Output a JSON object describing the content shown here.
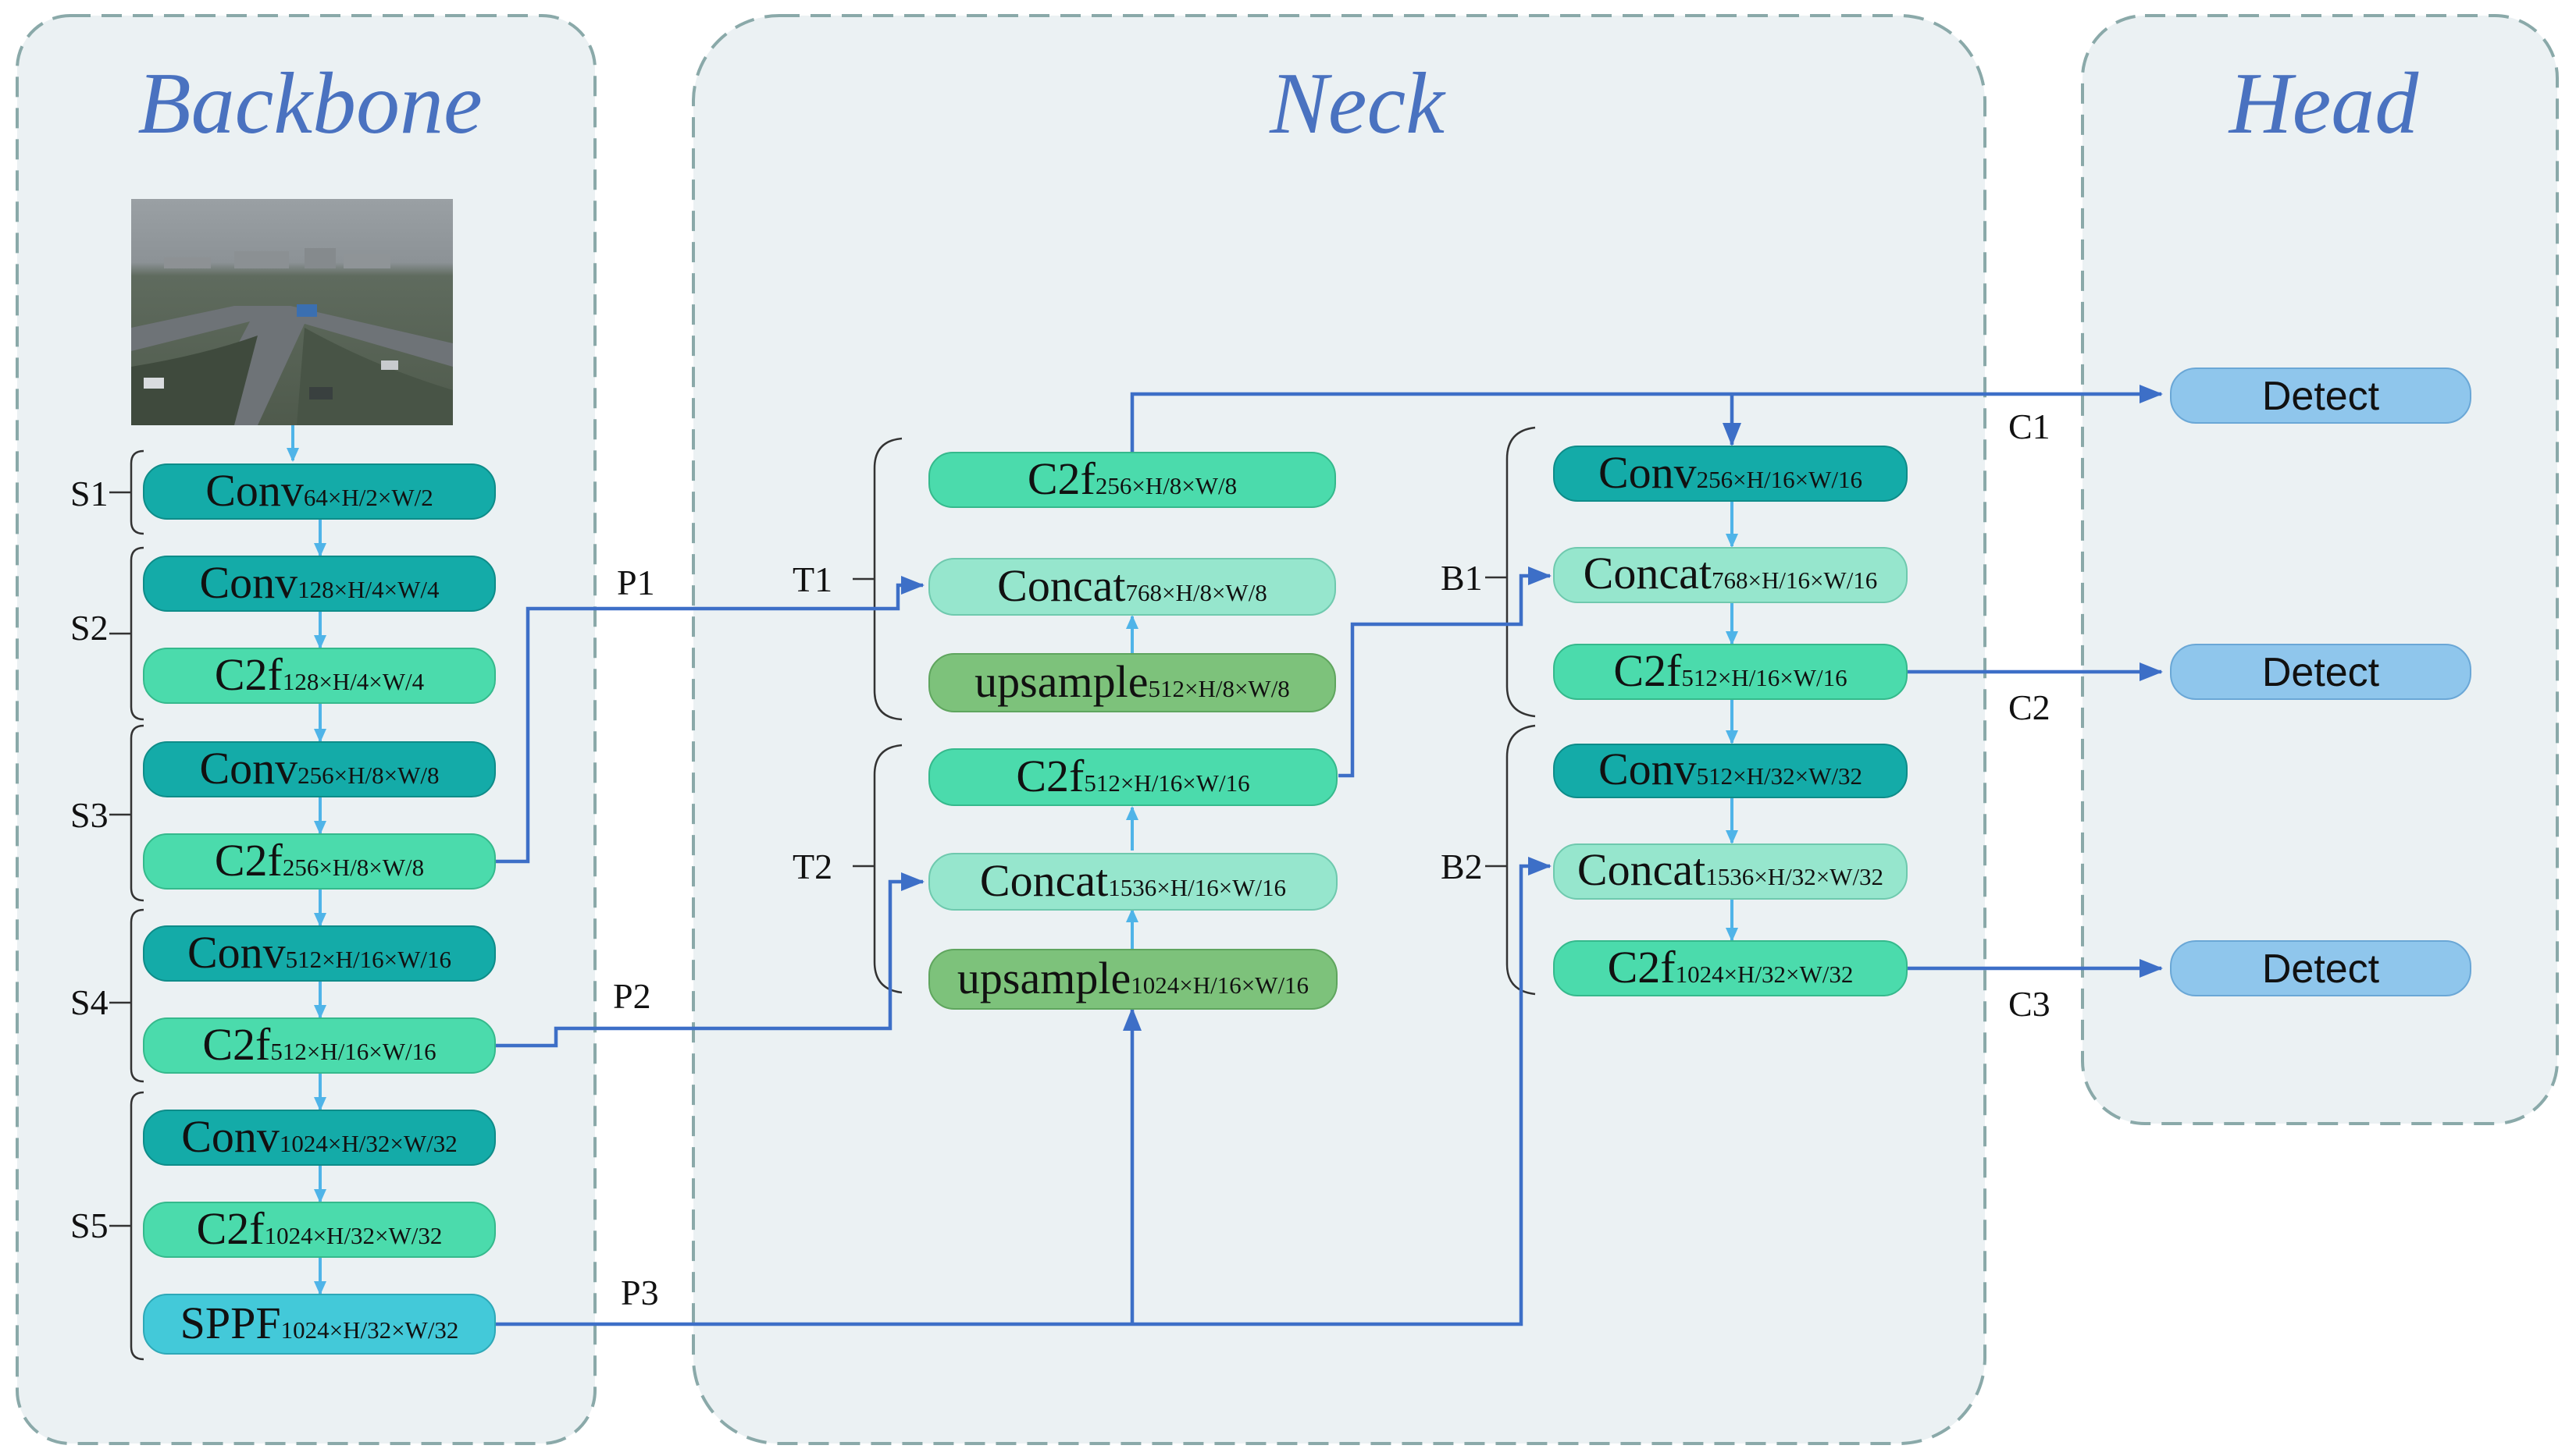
{
  "sections": {
    "backbone": "Backbone",
    "neck": "Neck",
    "head": "Head"
  },
  "stage_labels": {
    "s1": "S1",
    "s2": "S2",
    "s3": "S3",
    "s4": "S4",
    "s5": "S5",
    "t1": "T1",
    "t2": "T2",
    "b1": "B1",
    "b2": "B2"
  },
  "connection_labels": {
    "p1": "P1",
    "p2": "P2",
    "p3": "P3",
    "c1": "C1",
    "c2": "C2",
    "c3": "C3"
  },
  "backbone": {
    "conv1": {
      "name": "Conv",
      "dims": "64×H/2×W/2"
    },
    "conv2": {
      "name": "Conv",
      "dims": "128×H/4×W/4"
    },
    "c2f2": {
      "name": "C2f",
      "dims": "128×H/4×W/4"
    },
    "conv3": {
      "name": "Conv",
      "dims": "256×H/8×W/8"
    },
    "c2f3": {
      "name": "C2f",
      "dims": "256×H/8×W/8"
    },
    "conv4": {
      "name": "Conv",
      "dims": "512×H/16×W/16"
    },
    "c2f4": {
      "name": "C2f",
      "dims": "512×H/16×W/16"
    },
    "conv5": {
      "name": "Conv",
      "dims": "1024×H/32×W/32"
    },
    "c2f5": {
      "name": "C2f",
      "dims": "1024×H/32×W/32"
    },
    "sppf": {
      "name": "SPPF",
      "dims": "1024×H/32×W/32"
    }
  },
  "neck": {
    "t1_c2f": {
      "name": "C2f",
      "dims": "256×H/8×W/8"
    },
    "t1_concat": {
      "name": "Concat",
      "dims": "768×H/8×W/8"
    },
    "t1_upsample": {
      "name": "upsample",
      "dims": "512×H/8×W/8"
    },
    "t2_c2f": {
      "name": "C2f",
      "dims": "512×H/16×W/16"
    },
    "t2_concat": {
      "name": "Concat",
      "dims": "1536×H/16×W/16"
    },
    "t2_upsample": {
      "name": "upsample",
      "dims": "1024×H/16×W/16"
    },
    "b1_conv": {
      "name": "Conv",
      "dims": "256×H/16×W/16"
    },
    "b1_concat": {
      "name": "Concat",
      "dims": "768×H/16×W/16"
    },
    "b1_c2f": {
      "name": "C2f",
      "dims": "512×H/16×W/16"
    },
    "b2_conv": {
      "name": "Conv",
      "dims": "512×H/32×W/32"
    },
    "b2_concat": {
      "name": "Concat",
      "dims": "1536×H/32×W/32"
    },
    "b2_c2f": {
      "name": "C2f",
      "dims": "1024×H/32×W/32"
    }
  },
  "head": {
    "detect1": "Detect",
    "detect2": "Detect",
    "detect3": "Detect"
  },
  "colors": {
    "title": "#4a72c0",
    "conv": "#14aba8",
    "c2f": "#4bdbac",
    "concat": "#96e6cd",
    "upsample": "#7dc27b",
    "sppf": "#43c9d9",
    "detect": "#8fc6ec",
    "arrow_light": "#4fb4e8",
    "arrow_dark": "#3d6fc7"
  }
}
